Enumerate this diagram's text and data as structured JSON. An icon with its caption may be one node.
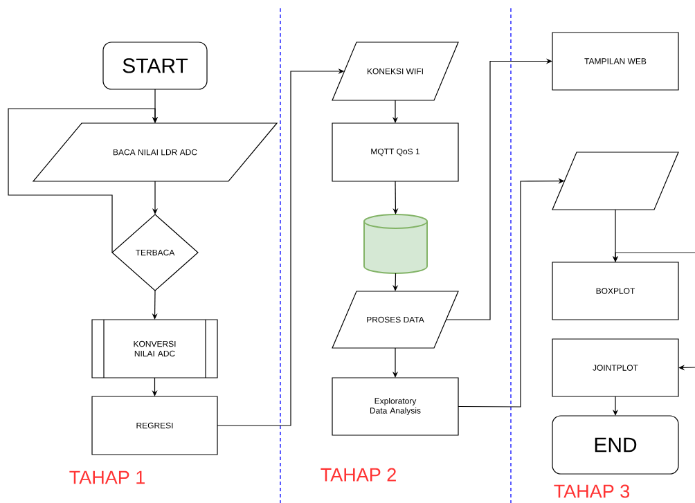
{
  "diagram": {
    "nodes": [
      {
        "text": [
          "START"
        ]
      },
      {
        "text": [
          "BACA NILAI LDR ADC"
        ]
      },
      {
        "text": [
          "TERBACA"
        ]
      },
      {
        "text": [
          "KONVERSI NILAI ADC"
        ]
      },
      {
        "text": [
          "REGRESI"
        ]
      },
      {
        "text": [
          "KONEKSI WIFI"
        ]
      },
      {
        "text": [
          "MQTT QoS 1"
        ]
      },
      {
        "text": [],
        "shape": "cylinder"
      },
      {
        "text": [
          "PROSES DATA"
        ]
      },
      {
        "text": [
          "Exploratory Data Analysis"
        ]
      },
      {
        "text": [
          "TAMPILAN WEB"
        ]
      },
      {
        "text": [],
        "shape": "parallelogram"
      },
      {
        "text": [
          "BOXPLOT"
        ]
      },
      {
        "text": [
          "JOINTPLOT"
        ]
      },
      {
        "text": [
          "END"
        ]
      }
    ],
    "edges": [
      {
        "from": 0,
        "to": 1,
        "arrow": "to"
      },
      {
        "from": 2,
        "to": 1,
        "arrow": "to"
      },
      {
        "from": 1,
        "to": 2,
        "arrow": "to"
      },
      {
        "from": 2,
        "to": 3,
        "arrow": "to"
      },
      {
        "from": 3,
        "to": 4,
        "arrow": "to"
      },
      {
        "from": 4,
        "to": 5,
        "arrow": "to"
      },
      {
        "from": 5,
        "to": 6,
        "arrow": "to"
      },
      {
        "from": 6,
        "to": 7,
        "arrow": "to"
      },
      {
        "from": 7,
        "to": 8,
        "arrow": "to"
      },
      {
        "from": 8,
        "to": 9,
        "arrow": "to"
      },
      {
        "from": 8,
        "to": 10,
        "arrow": "to"
      },
      {
        "from": 9,
        "to": 11,
        "arrow": "to"
      },
      {
        "from": 11,
        "to": 12,
        "arrow": "to"
      },
      {
        "from": null,
        "to": 12,
        "arrow": "to"
      },
      {
        "from": null,
        "to": 13,
        "arrow": "to"
      },
      {
        "from": 13,
        "to": 14,
        "arrow": "to"
      }
    ],
    "labels": [
      "TAHAP 1",
      "TAHAP 2",
      "TAHAP 3"
    ]
  }
}
